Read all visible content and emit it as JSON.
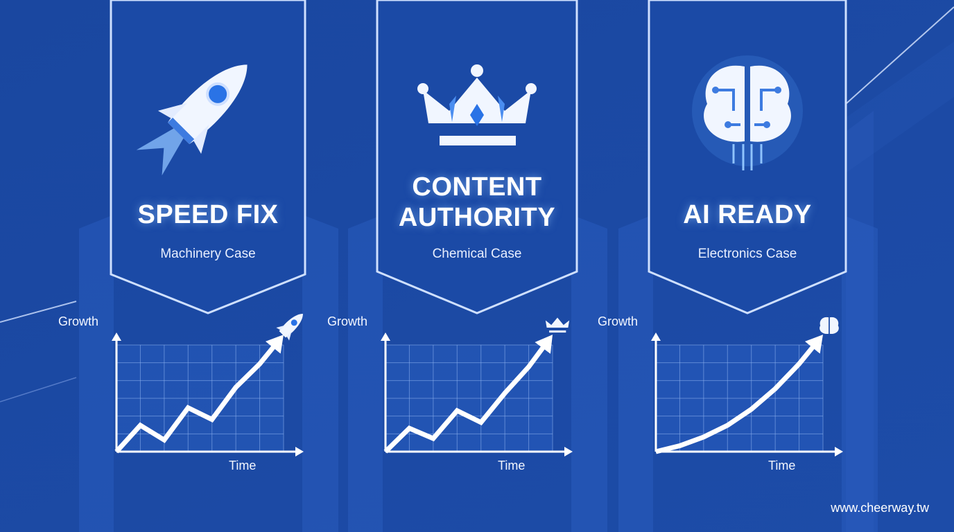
{
  "panels": [
    {
      "title_lines": [
        "SPEED FIX"
      ],
      "subtitle": "Machinery Case",
      "icon": "rocket-icon"
    },
    {
      "title_lines": [
        "CONTENT",
        "AUTHORITY"
      ],
      "subtitle": "Chemical Case",
      "icon": "crown-icon"
    },
    {
      "title_lines": [
        "AI READY"
      ],
      "subtitle": "Electronics Case",
      "icon": "brain-icon"
    }
  ],
  "footer": "www.cheerway.tw",
  "colors": {
    "background": "#1c4aa3",
    "line": "#ffffff",
    "accent": "#5aa9ff"
  },
  "chart_data": [
    {
      "type": "line",
      "xlabel": "Time",
      "ylabel": "Growth",
      "x": [
        0,
        1,
        2,
        3,
        4,
        5,
        6,
        7
      ],
      "y": [
        0,
        1.8,
        0.8,
        3.0,
        2.2,
        4.4,
        6.0,
        8.0
      ],
      "ylim": [
        0,
        9
      ]
    },
    {
      "type": "line",
      "xlabel": "Time",
      "ylabel": "Growth",
      "x": [
        0,
        1,
        2,
        3,
        4,
        5,
        6,
        7
      ],
      "y": [
        0,
        1.6,
        0.9,
        2.8,
        2.0,
        4.0,
        5.8,
        8.0
      ],
      "ylim": [
        0,
        9
      ]
    },
    {
      "type": "line",
      "xlabel": "Time",
      "ylabel": "Growth",
      "x": [
        0,
        1,
        2,
        3,
        4,
        5,
        6,
        7
      ],
      "y": [
        0,
        0.4,
        1.0,
        1.8,
        2.9,
        4.3,
        6.0,
        8.0
      ],
      "ylim": [
        0,
        9
      ]
    }
  ]
}
